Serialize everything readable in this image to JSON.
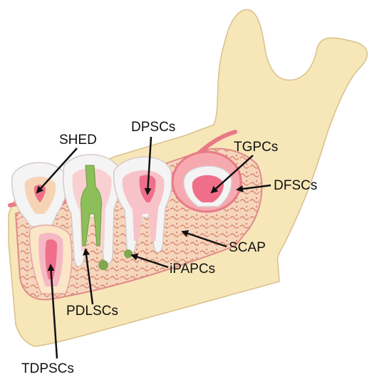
{
  "labels": {
    "shed": "SHED",
    "dpscs": "DPSCs",
    "tgpcs": "TGPCs",
    "dfscs": "DFSCs",
    "scap": "SCAP",
    "ipapcs": "iPAPCs",
    "pdlscs": "PDLSCs",
    "tdpscs": "TDPSCs"
  },
  "colors": {
    "bone": "#f7e6b8",
    "bone_outline": "#d9c08a",
    "gum": "#f0b8b8",
    "gum_dark": "#e77a86",
    "marrow": "#efc9a8",
    "enamel": "#f4f4f4",
    "dentin": "#f9d4d4",
    "pulp": "#ef6f8a",
    "root_canal": "#8cbf5a",
    "arrow": "#111111"
  }
}
